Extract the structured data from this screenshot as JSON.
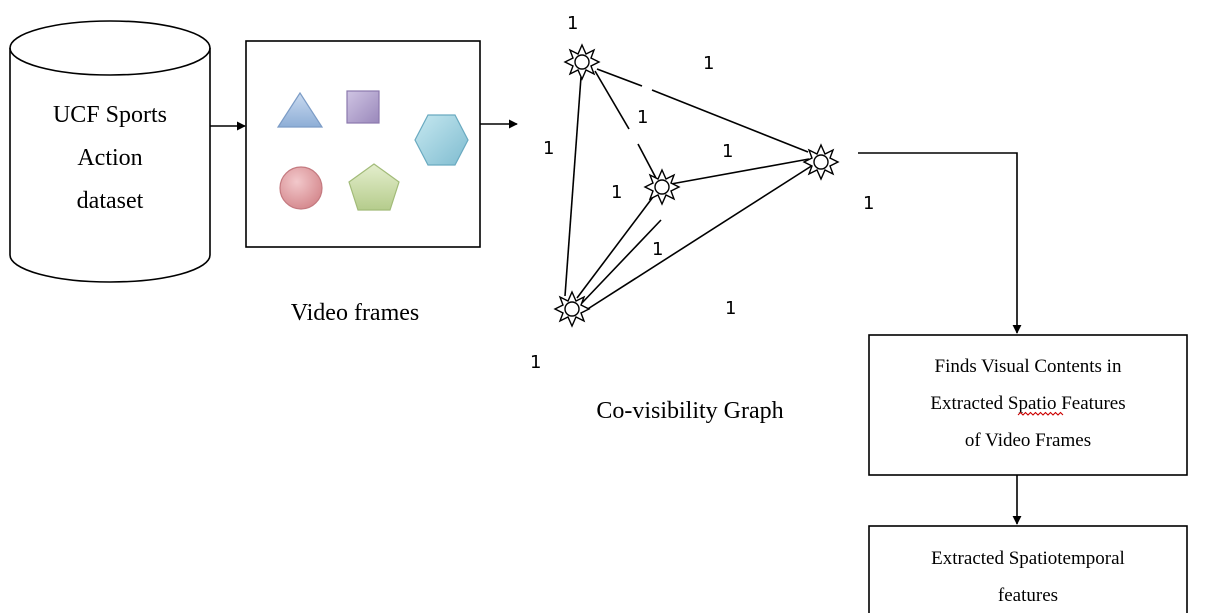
{
  "dataset": {
    "line1": "UCF Sports",
    "line2": "Action",
    "line3": "dataset"
  },
  "frames": {
    "caption": "Video frames",
    "shapes": [
      {
        "icon": "triangle-icon",
        "color": "#a7c0de"
      },
      {
        "icon": "square-icon",
        "color": "#b3a5cc"
      },
      {
        "icon": "hexagon-icon",
        "color": "#9ccfdc"
      },
      {
        "icon": "circle-icon",
        "color": "#dca0a4"
      },
      {
        "icon": "pentagon-icon",
        "color": "#cbdca8"
      }
    ]
  },
  "graph": {
    "caption": "Co-visibility Graph",
    "weights": {
      "node_top": "1",
      "edge_top_right": "1",
      "edge_top_center": "1",
      "edge_top_bottom": "1",
      "edge_center_right": "1",
      "edge_center_bottom": "1",
      "edge_bottom_center": "1",
      "node_right": "1",
      "edge_bottom_right": "1",
      "node_bottom": "1"
    }
  },
  "process": {
    "line1": "Finds Visual Contents in",
    "line2a": "Extracted ",
    "line2b": "Spatio",
    "line2c": " Features",
    "line3": "of Video Frames"
  },
  "output": {
    "line1": "Extracted Spatiotemporal",
    "line2": "features"
  }
}
